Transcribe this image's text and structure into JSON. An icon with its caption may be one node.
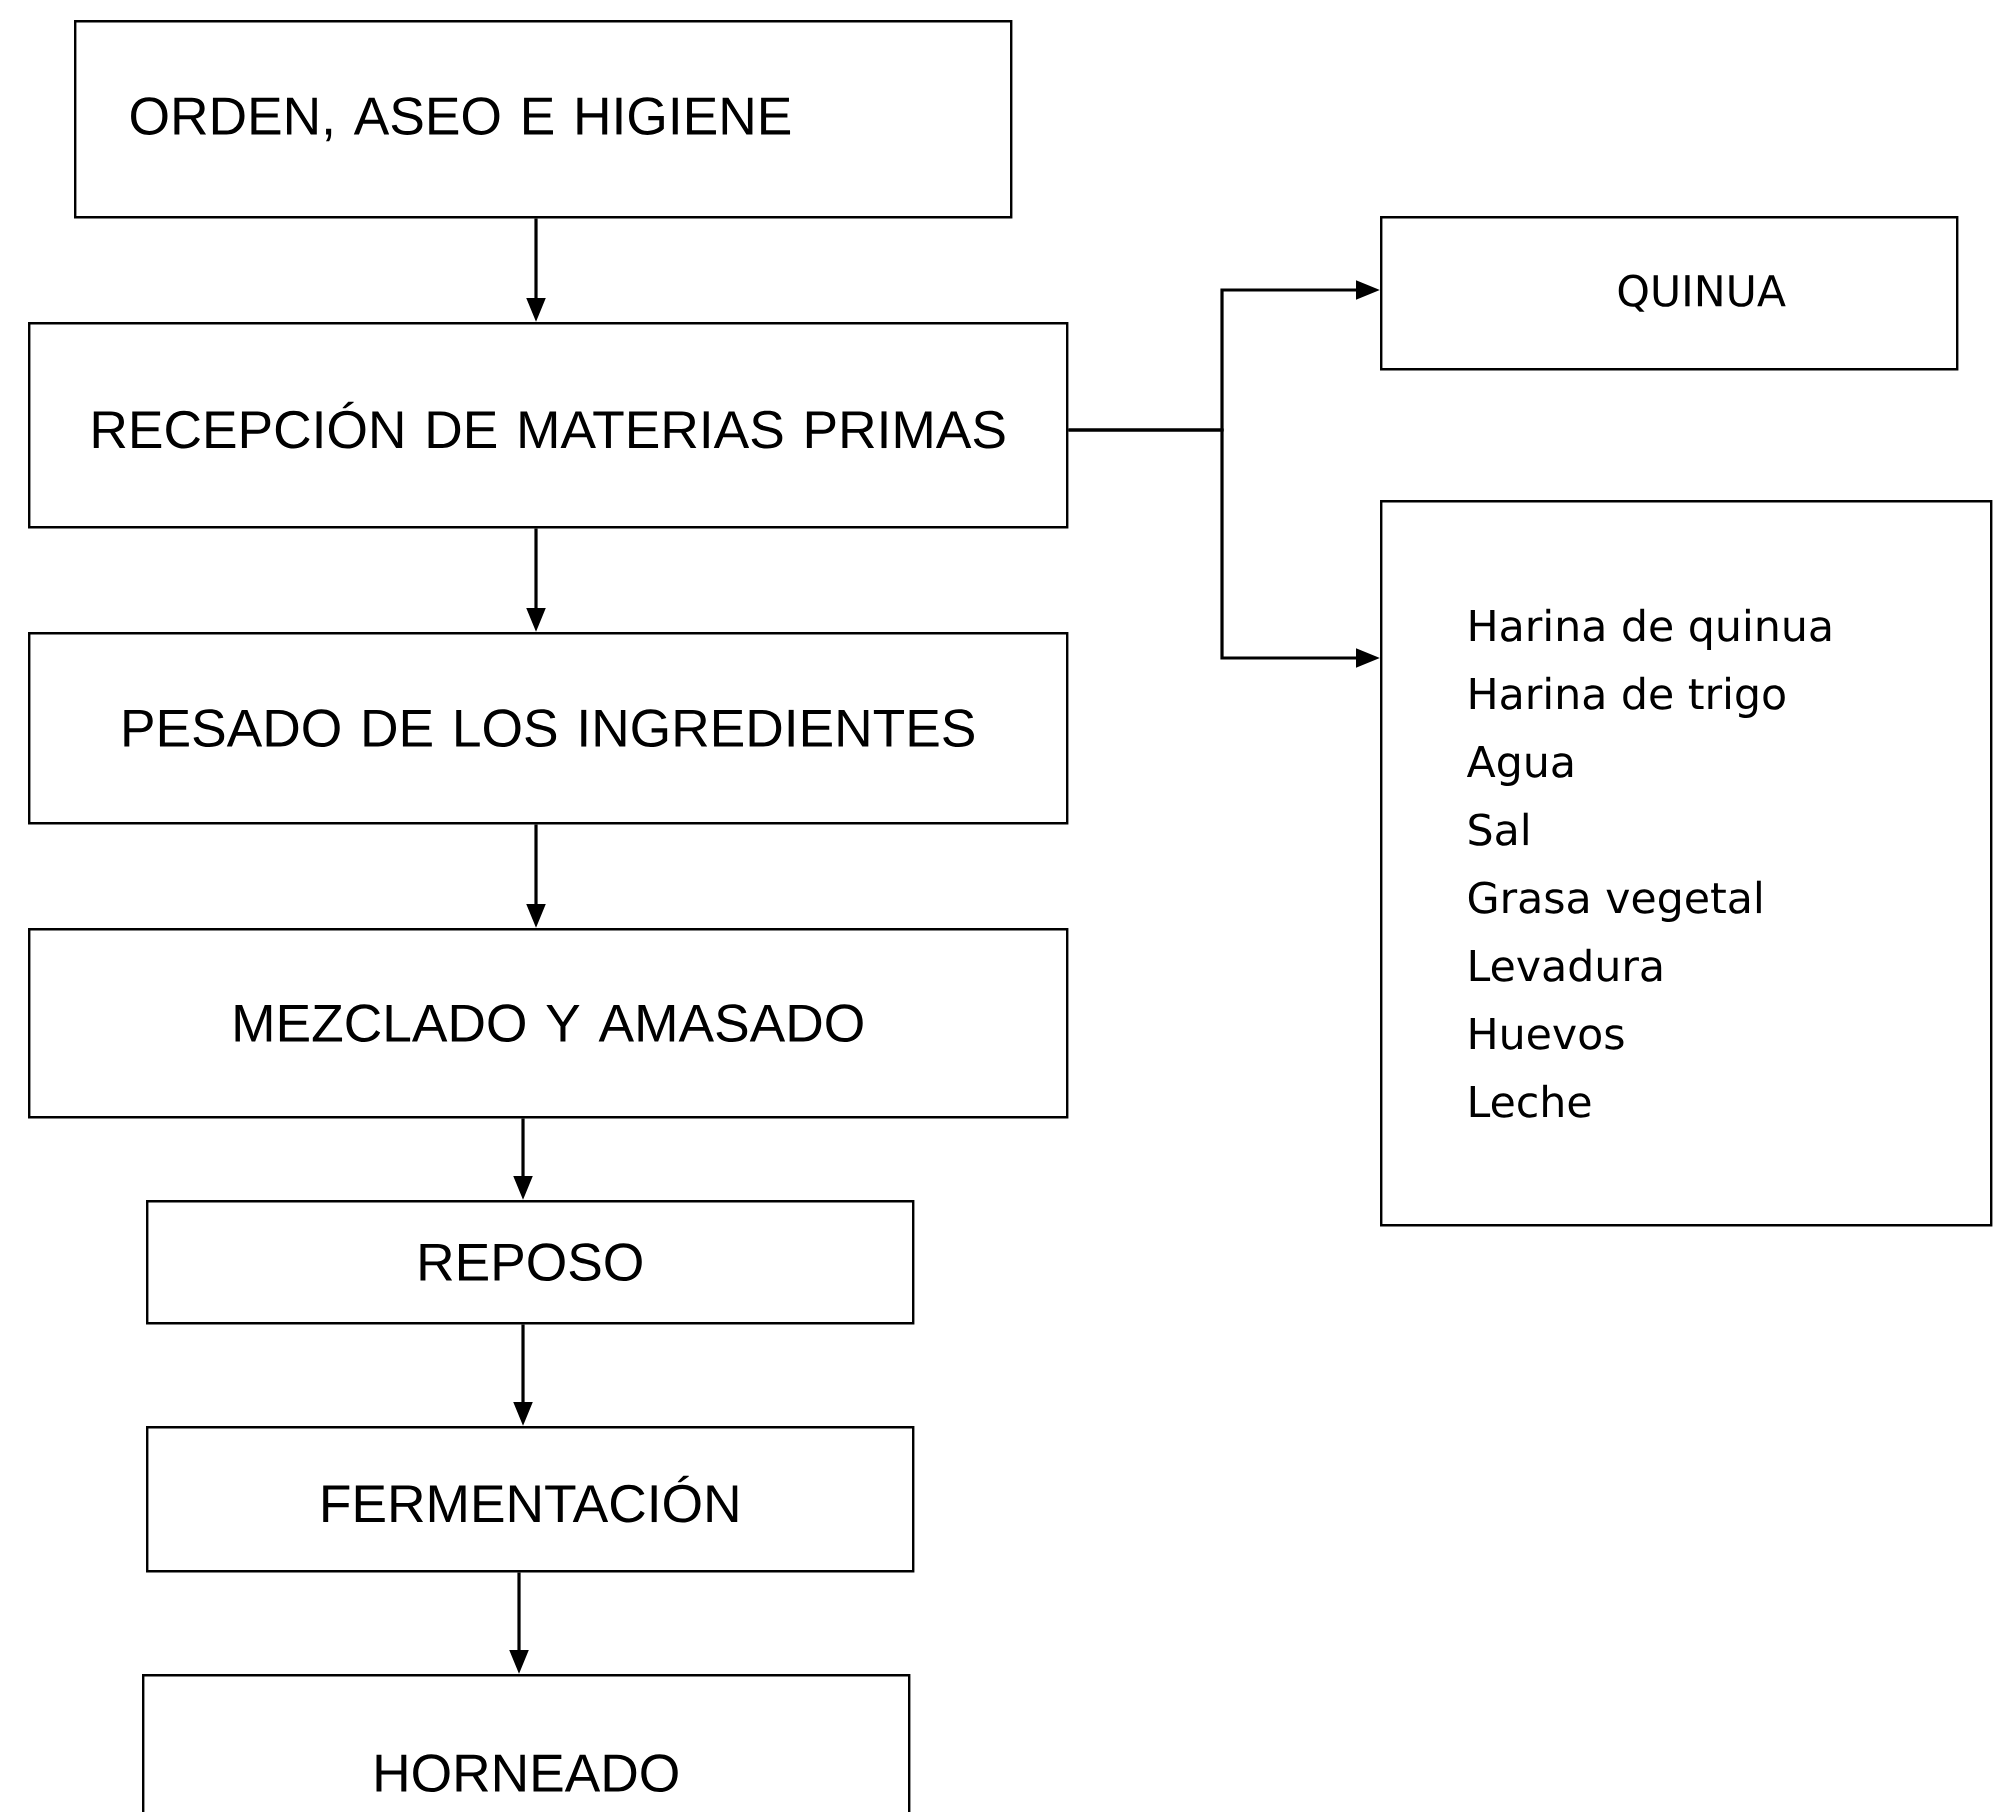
{
  "diagram": {
    "nodes": [
      {
        "text": [
          "ORDEN, ASEO E HIGIENE"
        ]
      },
      {
        "text": [
          "RECEPCIÓN DE MATERIAS PRIMAS"
        ]
      },
      {
        "text": [
          "PESADO DE LOS INGREDIENTES"
        ]
      },
      {
        "text": [
          "MEZCLADO Y AMASADO"
        ]
      },
      {
        "text": [
          "REPOSO"
        ]
      },
      {
        "text": [
          "FERMENTACIÓN"
        ]
      },
      {
        "text": [
          "HORNEADO"
        ]
      },
      {
        "text": [
          "QUINUA"
        ]
      },
      {
        "text": [
          "Harina de quinua",
          "Harina de trigo",
          "Agua",
          "Sal",
          "Grasa vegetal",
          "Levadura",
          "Huevos",
          "Leche"
        ]
      }
    ],
    "edges": [
      {
        "from": 0,
        "to": 1,
        "arrow": "to"
      },
      {
        "from": 1,
        "to": 2,
        "arrow": "to"
      },
      {
        "from": 2,
        "to": 3,
        "arrow": "to"
      },
      {
        "from": 3,
        "to": 4,
        "arrow": "to"
      },
      {
        "from": 4,
        "to": 5,
        "arrow": "to"
      },
      {
        "from": 5,
        "to": 6,
        "arrow": "to"
      },
      {
        "from": 1,
        "to": 7,
        "arrow": "to"
      },
      {
        "from": 1,
        "to": 8,
        "arrow": "to"
      }
    ]
  }
}
